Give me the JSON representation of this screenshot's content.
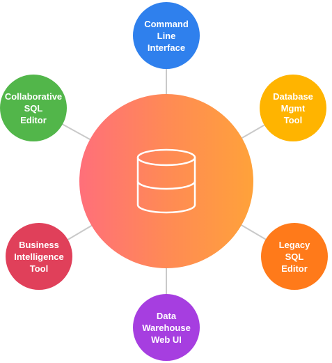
{
  "diagram": {
    "hub": {
      "icon": "database-icon",
      "gradient": [
        "#ff6f7a",
        "#ffa23a"
      ]
    },
    "connector_color": "#c9c9c9",
    "nodes": [
      {
        "key": "cli",
        "lines": [
          "Command",
          "Line",
          "Interface"
        ],
        "color": "#2f80ed"
      },
      {
        "key": "dbmgmt",
        "lines": [
          "Database",
          "Mgmt",
          "Tool"
        ],
        "color": "#ffb400"
      },
      {
        "key": "legacy",
        "lines": [
          "Legacy",
          "SQL",
          "Editor"
        ],
        "color": "#ff7a1a"
      },
      {
        "key": "dwh",
        "lines": [
          "Data",
          "Warehouse",
          "Web UI"
        ],
        "color": "#a63ee0"
      },
      {
        "key": "bi",
        "lines": [
          "Business",
          "Intelligence",
          "Tool"
        ],
        "color": "#e0405a"
      },
      {
        "key": "collab",
        "lines": [
          "Collaborative",
          "SQL",
          "Editor"
        ],
        "color": "#52b64a"
      }
    ]
  }
}
